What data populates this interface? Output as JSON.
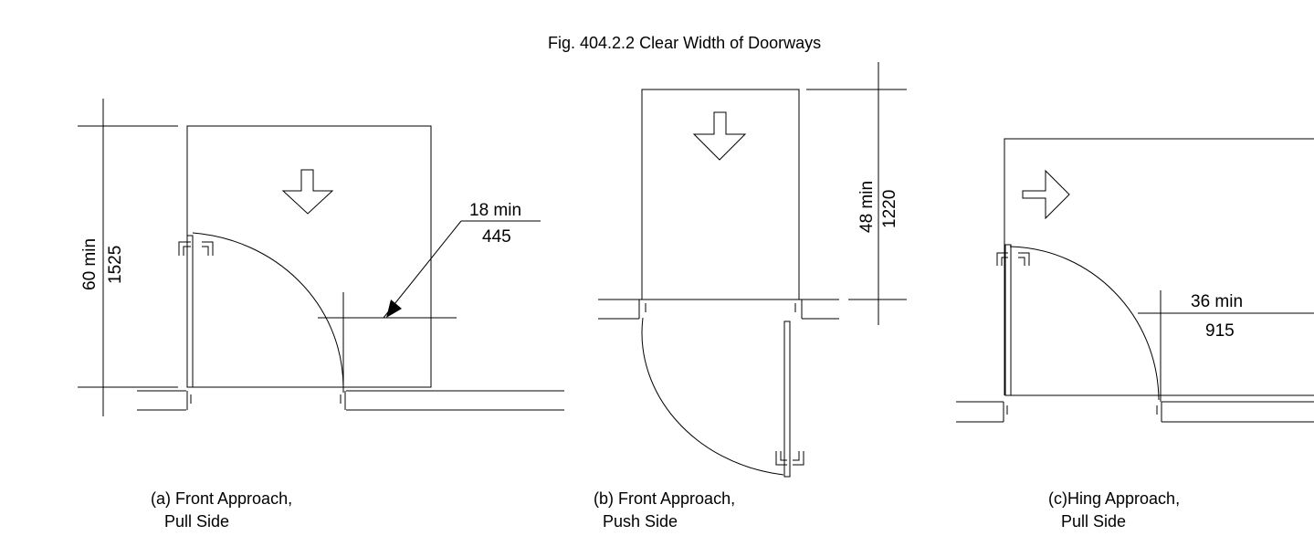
{
  "title": "Fig. 404.2.2 Clear Width of Doorways",
  "panels": [
    {
      "caption_line1": "(a) Front Approach,",
      "caption_line2": "Pull Side",
      "dim_depth_imperial": "60 min",
      "dim_depth_metric": "1525",
      "dim_latch_imperial": "18 min",
      "dim_latch_metric": "445"
    },
    {
      "caption_line1": "(b) Front Approach,",
      "caption_line2": "Push Side",
      "dim_depth_imperial": "48 min",
      "dim_depth_metric": "1220"
    },
    {
      "caption_line1": "(c)Hing Approach,",
      "caption_line2": "Pull Side",
      "dim_latch_imperial": "36 min",
      "dim_latch_metric": "915"
    }
  ]
}
